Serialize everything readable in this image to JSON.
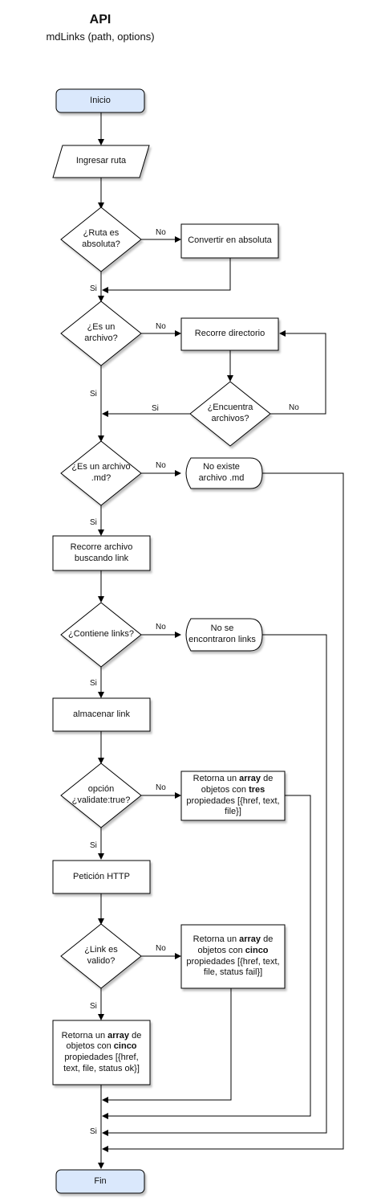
{
  "header": {
    "title": "API",
    "subtitle": "mdLinks (path, options)"
  },
  "colors": {
    "terminal_fill": "#dae8fc",
    "stroke": "#000000",
    "box_fill": "#ffffff",
    "line": "#000000"
  },
  "nodes": {
    "inicio": "Inicio",
    "ingresar_ruta": "Ingresar ruta",
    "ruta_absoluta": "¿Ruta es absoluta?",
    "convertir": "Convertir en absoluta",
    "es_archivo": "¿Es un archivo?",
    "recorre_directorio": "Recorre directorio",
    "encuentra_archivos": "¿Encuentra archivos?",
    "es_md": "¿Es un archivo .md?",
    "no_existe_md": "No existe archivo .md",
    "recorre_archivo": "Recorre archivo buscando link",
    "contiene_links": "¿Contiene links?",
    "no_links": "No se encontraron links",
    "almacenar": "almacenar link",
    "opcion_validate": "opción ¿validate:true?",
    "retorna_tres": {
      "p1": "Retorna un ",
      "b1": "array",
      "p2": " de objetos con ",
      "b2": "tres",
      "p3": " propiedades [{href, text, file}]"
    },
    "peticion": "Petición HTTP",
    "link_valido": "¿Link es valido?",
    "retorna_fail": {
      "p1": "Retorna un ",
      "b1": "array",
      "p2": " de objetos con ",
      "b2": "cinco",
      "p3": " propiedades [{href, text, file, status fail}]"
    },
    "retorna_ok": {
      "p1": "Retorna un ",
      "b1": "array",
      "p2": " de objetos con ",
      "b2": "cinco",
      "p3": " propiedades [{href, text, file, status ok}]"
    },
    "fin": "Fin"
  },
  "edge_labels": {
    "no_1": "No",
    "si_1": "Si",
    "no_2": "No",
    "si_2": "Si",
    "si_3": "Si",
    "no_3": "No",
    "no_4": "No",
    "si_4": "Si",
    "no_5": "No",
    "si_5": "Si",
    "no_6": "No",
    "si_6": "Si",
    "no_7": "No",
    "si_7": "Si",
    "si_8": "Si"
  }
}
